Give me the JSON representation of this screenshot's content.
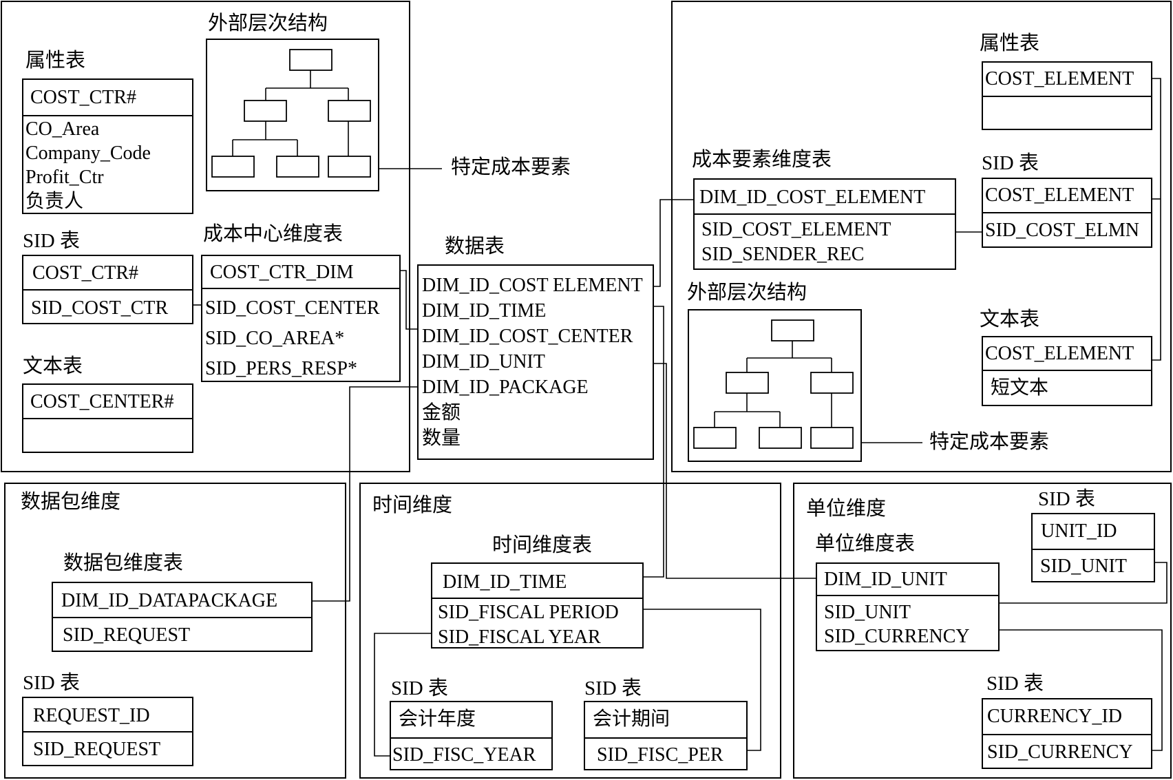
{
  "cost_center_region": {
    "attr_title": "属性表",
    "attr_header": "COST_CTR#",
    "attr_rows": [
      "CO_Area",
      "Company_Code",
      "Profit_Ctr",
      "负责人"
    ],
    "sid_title": "SID 表",
    "sid_header": "COST_CTR#",
    "sid_rows": [
      "SID_COST_CTR"
    ],
    "text_title": "文本表",
    "text_header": "COST_CENTER#",
    "hierarchy_title": "外部层次结构",
    "hierarchy_note": "特定成本要素",
    "dim_title": "成本中心维度表",
    "dim_header": "COST_CTR_DIM",
    "dim_rows": [
      "SID_COST_CENTER",
      "SID_CO_AREA*",
      "SID_PERS_RESP*"
    ]
  },
  "fact_table": {
    "title": "数据表",
    "rows": [
      "DIM_ID_COST ELEMENT",
      "DIM_ID_TIME",
      "DIM_ID_COST_CENTER",
      "DIM_ID_UNIT",
      "DIM_ID_PACKAGE",
      "金额",
      "数量"
    ]
  },
  "cost_element_region": {
    "attr_title": "属性表",
    "attr_header": "COST_ELEMENT",
    "sid_title": "SID 表",
    "sid_header": "COST_ELEMENT",
    "sid_rows": [
      "SID_COST_ELMN"
    ],
    "text_title": "文本表",
    "text_header": "COST_ELEMENT",
    "text_rows": [
      "短文本"
    ],
    "dim_title": "成本要素维度表",
    "dim_header": "DIM_ID_COST_ELEMENT",
    "dim_rows": [
      "SID_COST_ELEMENT",
      "SID_SENDER_REC"
    ],
    "hierarchy_title": "外部层次结构",
    "hierarchy_note": "特定成本要素"
  },
  "package_region": {
    "title": "数据包维度",
    "dim_title": "数据包维度表",
    "dim_header": "DIM_ID_DATAPACKAGE",
    "dim_rows": [
      "SID_REQUEST"
    ],
    "sid_title": "SID 表",
    "sid_header": "REQUEST_ID",
    "sid_rows": [
      "SID_REQUEST"
    ]
  },
  "time_region": {
    "title": "时间维度",
    "dim_title": "时间维度表",
    "dim_header": "DIM_ID_TIME",
    "dim_rows": [
      "SID_FISCAL PERIOD",
      "SID_FISCAL YEAR"
    ],
    "year_sid_title": "SID 表",
    "year_sid_header": "会计年度",
    "year_sid_rows": [
      "SID_FISC_YEAR"
    ],
    "period_sid_title": "SID 表",
    "period_sid_header": "会计期间",
    "period_sid_rows": [
      "SID_FISC_PER"
    ]
  },
  "unit_region": {
    "title": "单位维度",
    "dim_title": "单位维度表",
    "dim_header": "DIM_ID_UNIT",
    "dim_rows": [
      "SID_UNIT",
      "SID_CURRENCY"
    ],
    "unit_sid_title": "SID 表",
    "unit_sid_header": "UNIT_ID",
    "unit_sid_rows": [
      "SID_UNIT"
    ],
    "currency_sid_title": "SID 表",
    "currency_sid_header": "CURRENCY_ID",
    "currency_sid_rows": [
      "SID_CURRENCY"
    ]
  }
}
